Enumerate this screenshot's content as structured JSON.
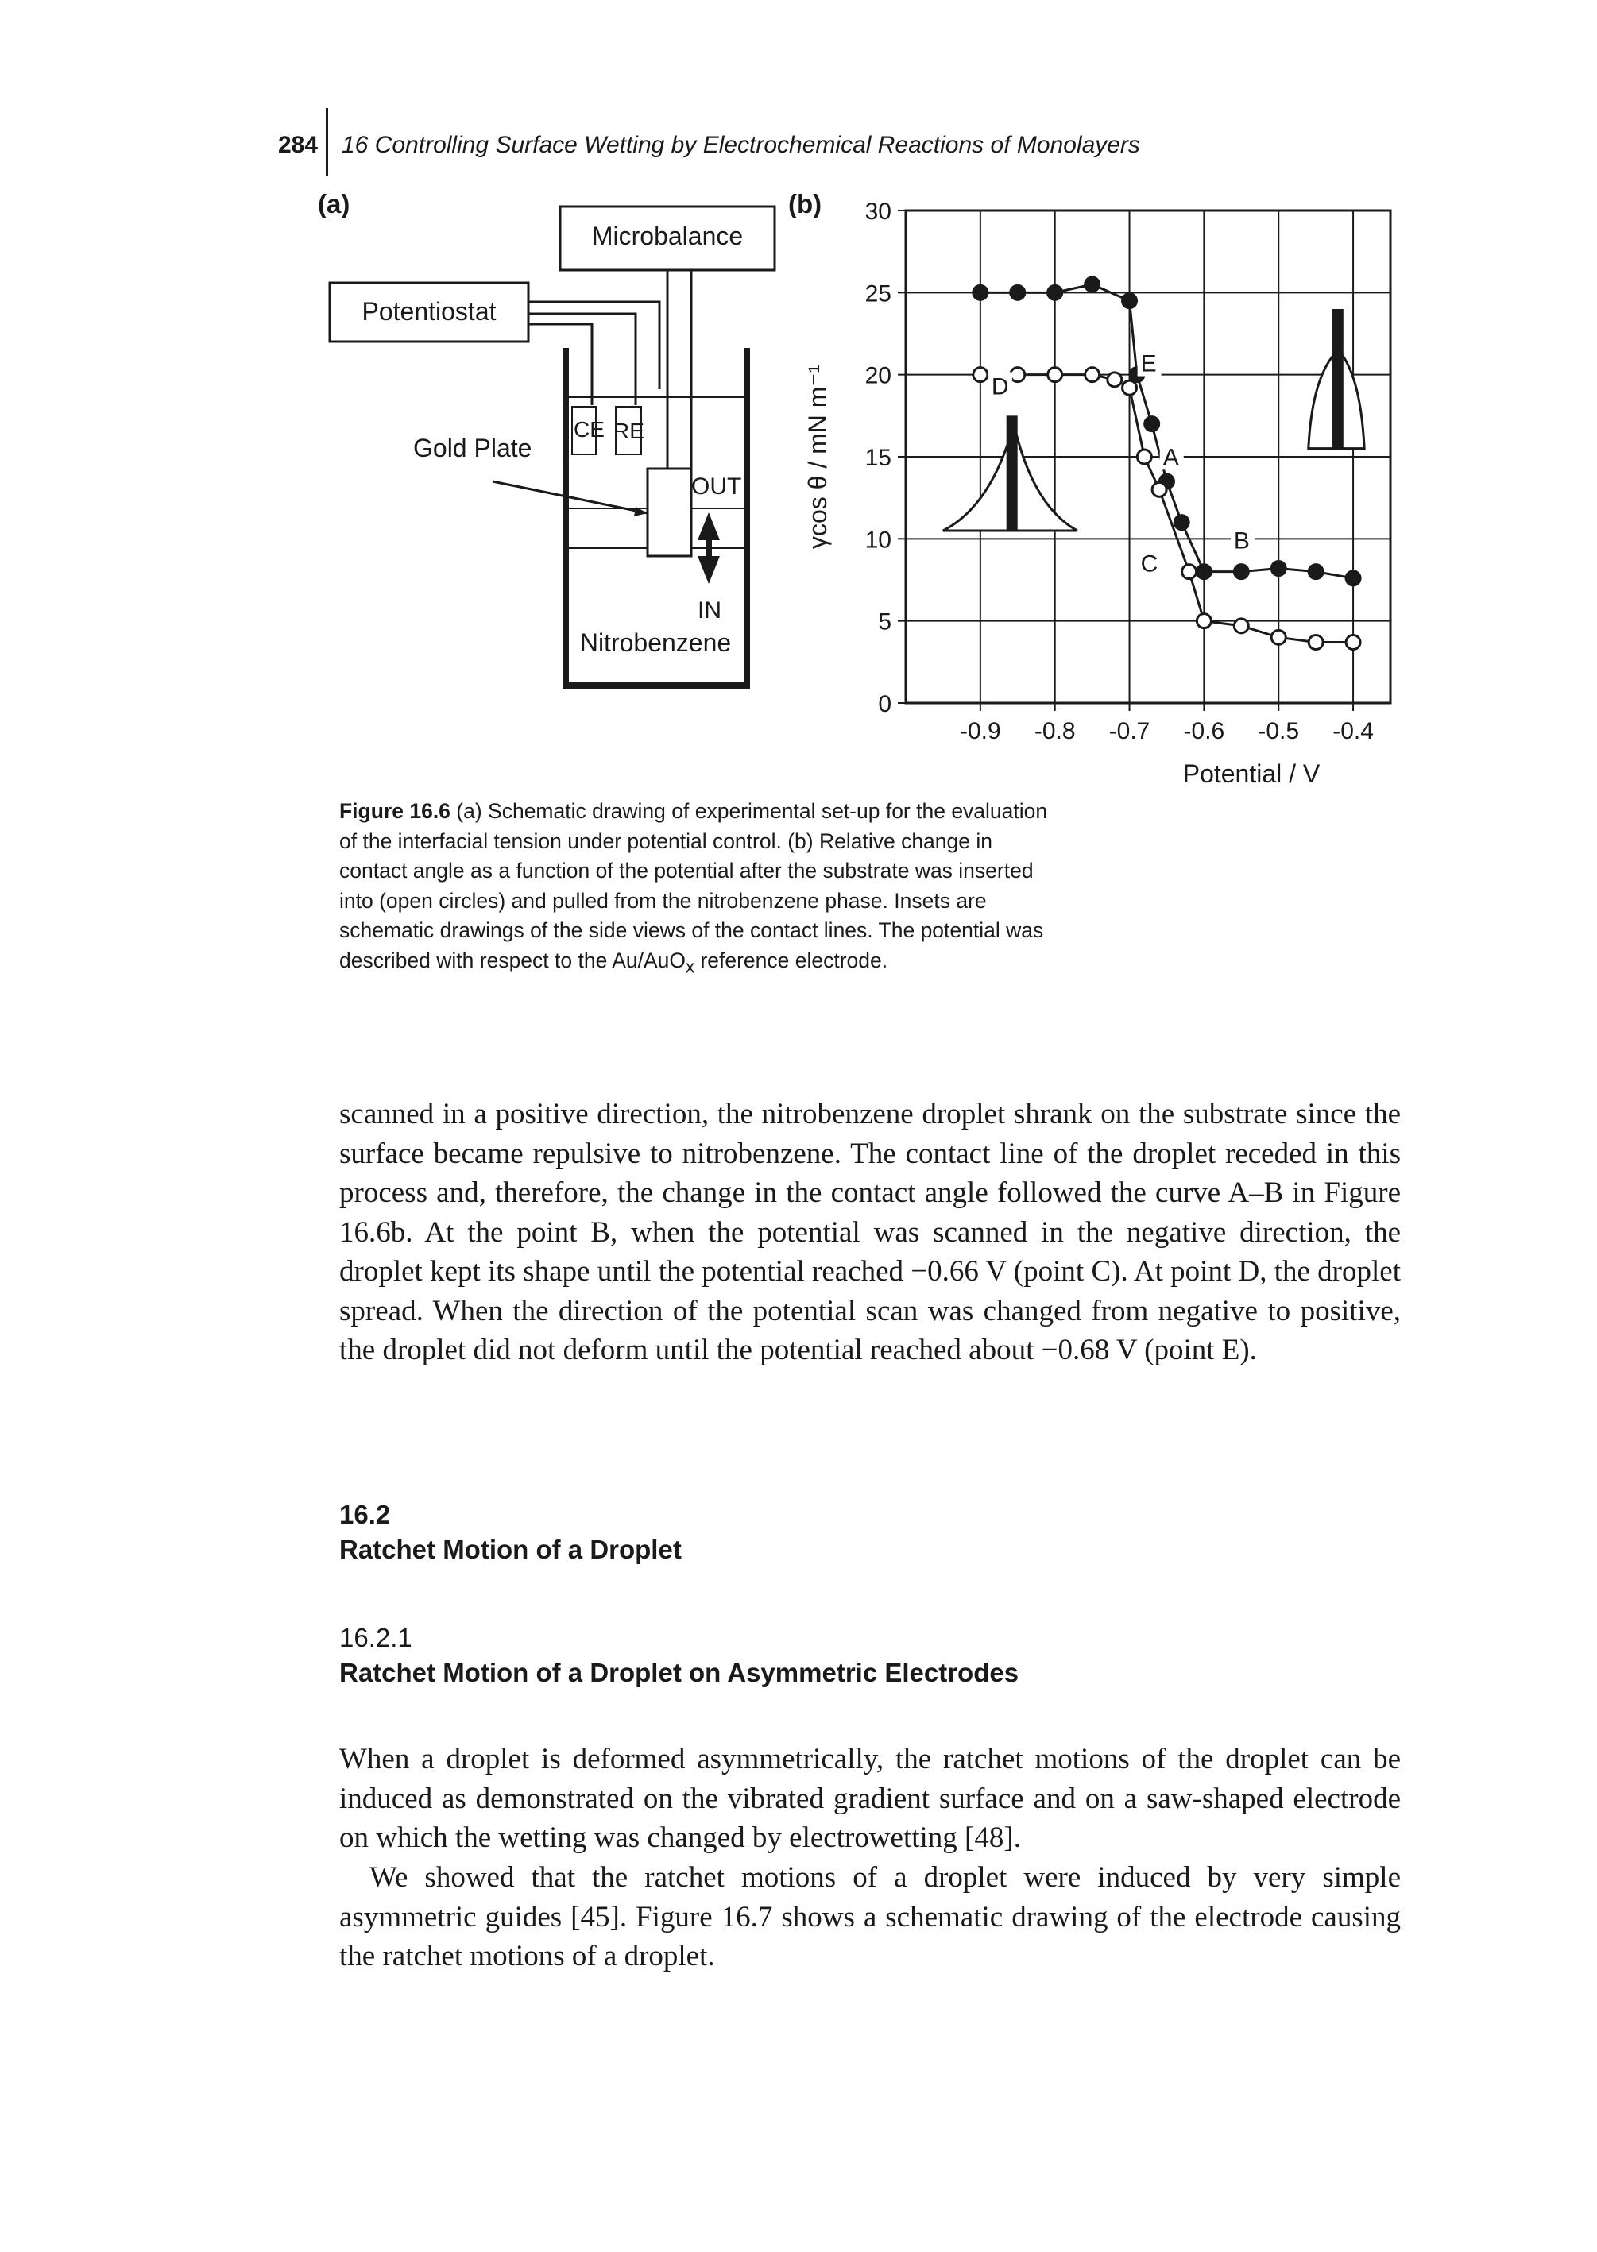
{
  "header": {
    "page_number": "284",
    "running_title": "16 Controlling Surface Wetting by Electrochemical Reactions of Monolayers"
  },
  "figure": {
    "panel_a_label": "(a)",
    "panel_b_label": "(b)",
    "schematic": {
      "microbalance": "Microbalance",
      "potentiostat": "Potentiostat",
      "gold_plate": "Gold Plate",
      "ce": "CE",
      "re": "RE",
      "out": "OUT",
      "in": "IN",
      "nitrobenzene": "Nitrobenzene"
    },
    "caption_label": "Figure 16.6",
    "caption_text": " (a) Schematic drawing of experimental set-up for the evaluation of the interfacial tension under potential control. (b) Relative change in contact angle as a function of the potential after the substrate was inserted into (open circles) and pulled from the nitrobenzene phase. Insets are schematic drawings of the side views of the contact lines. The potential was described with respect to the Au/AuO",
    "caption_sub": "x",
    "caption_end": " reference electrode."
  },
  "chart_data": {
    "type": "line",
    "xlabel": "Potential / V",
    "ylabel": "γcos θ / mN m⁻¹",
    "xlim": [
      -1.0,
      -0.35
    ],
    "ylim": [
      0,
      30
    ],
    "x_ticks": [
      "-0.9",
      "-0.8",
      "-0.7",
      "-0.6",
      "-0.5",
      "-0.4"
    ],
    "y_ticks": [
      "0",
      "5",
      "10",
      "15",
      "20",
      "25",
      "30"
    ],
    "grid": true,
    "series": [
      {
        "marker": "filled",
        "points": [
          [
            -0.9,
            25
          ],
          [
            -0.85,
            25
          ],
          [
            -0.8,
            25
          ],
          [
            -0.75,
            25.5
          ],
          [
            -0.7,
            24.5
          ],
          [
            -0.69,
            20
          ],
          [
            -0.67,
            17
          ],
          [
            -0.65,
            13.5
          ],
          [
            -0.63,
            11
          ],
          [
            -0.6,
            8
          ],
          [
            -0.55,
            8
          ],
          [
            -0.5,
            8.2
          ],
          [
            -0.45,
            8
          ],
          [
            -0.4,
            7.6
          ]
        ]
      },
      {
        "marker": "open",
        "points": [
          [
            -0.9,
            20
          ],
          [
            -0.85,
            20
          ],
          [
            -0.8,
            20
          ],
          [
            -0.75,
            20
          ],
          [
            -0.72,
            19.7
          ],
          [
            -0.7,
            19.2
          ],
          [
            -0.68,
            15
          ],
          [
            -0.66,
            13
          ],
          [
            -0.62,
            8
          ],
          [
            -0.6,
            5
          ],
          [
            -0.55,
            4.7
          ],
          [
            -0.5,
            4
          ],
          [
            -0.45,
            3.7
          ],
          [
            -0.4,
            3.7
          ]
        ]
      }
    ],
    "annotations": [
      "A",
      "B",
      "C",
      "D",
      "E"
    ]
  },
  "body": {
    "paragraph1": "scanned in a positive direction, the nitrobenzene droplet shrank on the substrate since the surface became repulsive to nitrobenzene. The contact line of the droplet receded in this process and, therefore, the change in the contact angle followed the curve A–B in Figure 16.6b. At the point B, when the potential was scanned in the negative direction, the droplet kept its shape until the potential reached −0.66 V (point C). At point D, the droplet spread. When the direction of the potential scan was changed from negative to positive, the droplet did not deform until the potential reached about −0.68 V (point E).",
    "section_number": "16.2",
    "section_title": "Ratchet Motion of a Droplet",
    "subsection_number": "16.2.1",
    "subsection_title": "Ratchet Motion of a Droplet on Asymmetric Electrodes",
    "paragraph2": "When a droplet is deformed asymmetrically, the ratchet motions of the droplet can be induced as demonstrated on the vibrated gradient surface and on a saw-shaped electrode on which the wetting was changed by electrowetting [48].",
    "paragraph3": "We showed that the ratchet motions of a droplet were induced by very simple asymmetric guides [45]. Figure 16.7 shows a schematic drawing of the electrode causing the ratchet motions of a droplet."
  }
}
